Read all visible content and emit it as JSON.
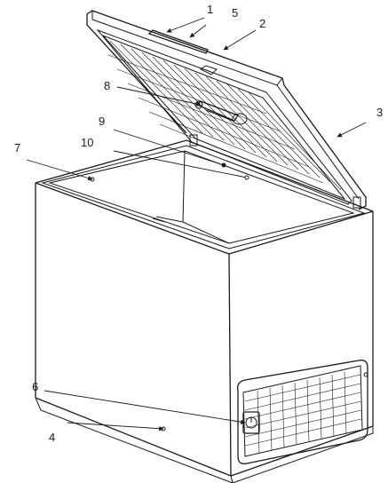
{
  "figure": {
    "callouts": [
      {
        "id": "c1",
        "label": "1"
      },
      {
        "id": "c2",
        "label": "2"
      },
      {
        "id": "c3",
        "label": "3"
      },
      {
        "id": "c4",
        "label": "4"
      },
      {
        "id": "c5",
        "label": "5"
      },
      {
        "id": "c6",
        "label": "6"
      },
      {
        "id": "c7",
        "label": "7"
      },
      {
        "id": "c8",
        "label": "8"
      },
      {
        "id": "c9",
        "label": "9"
      },
      {
        "id": "c10",
        "label": "10"
      }
    ],
    "colors": {
      "line": "#1a1a1a",
      "background": "#ffffff"
    }
  }
}
